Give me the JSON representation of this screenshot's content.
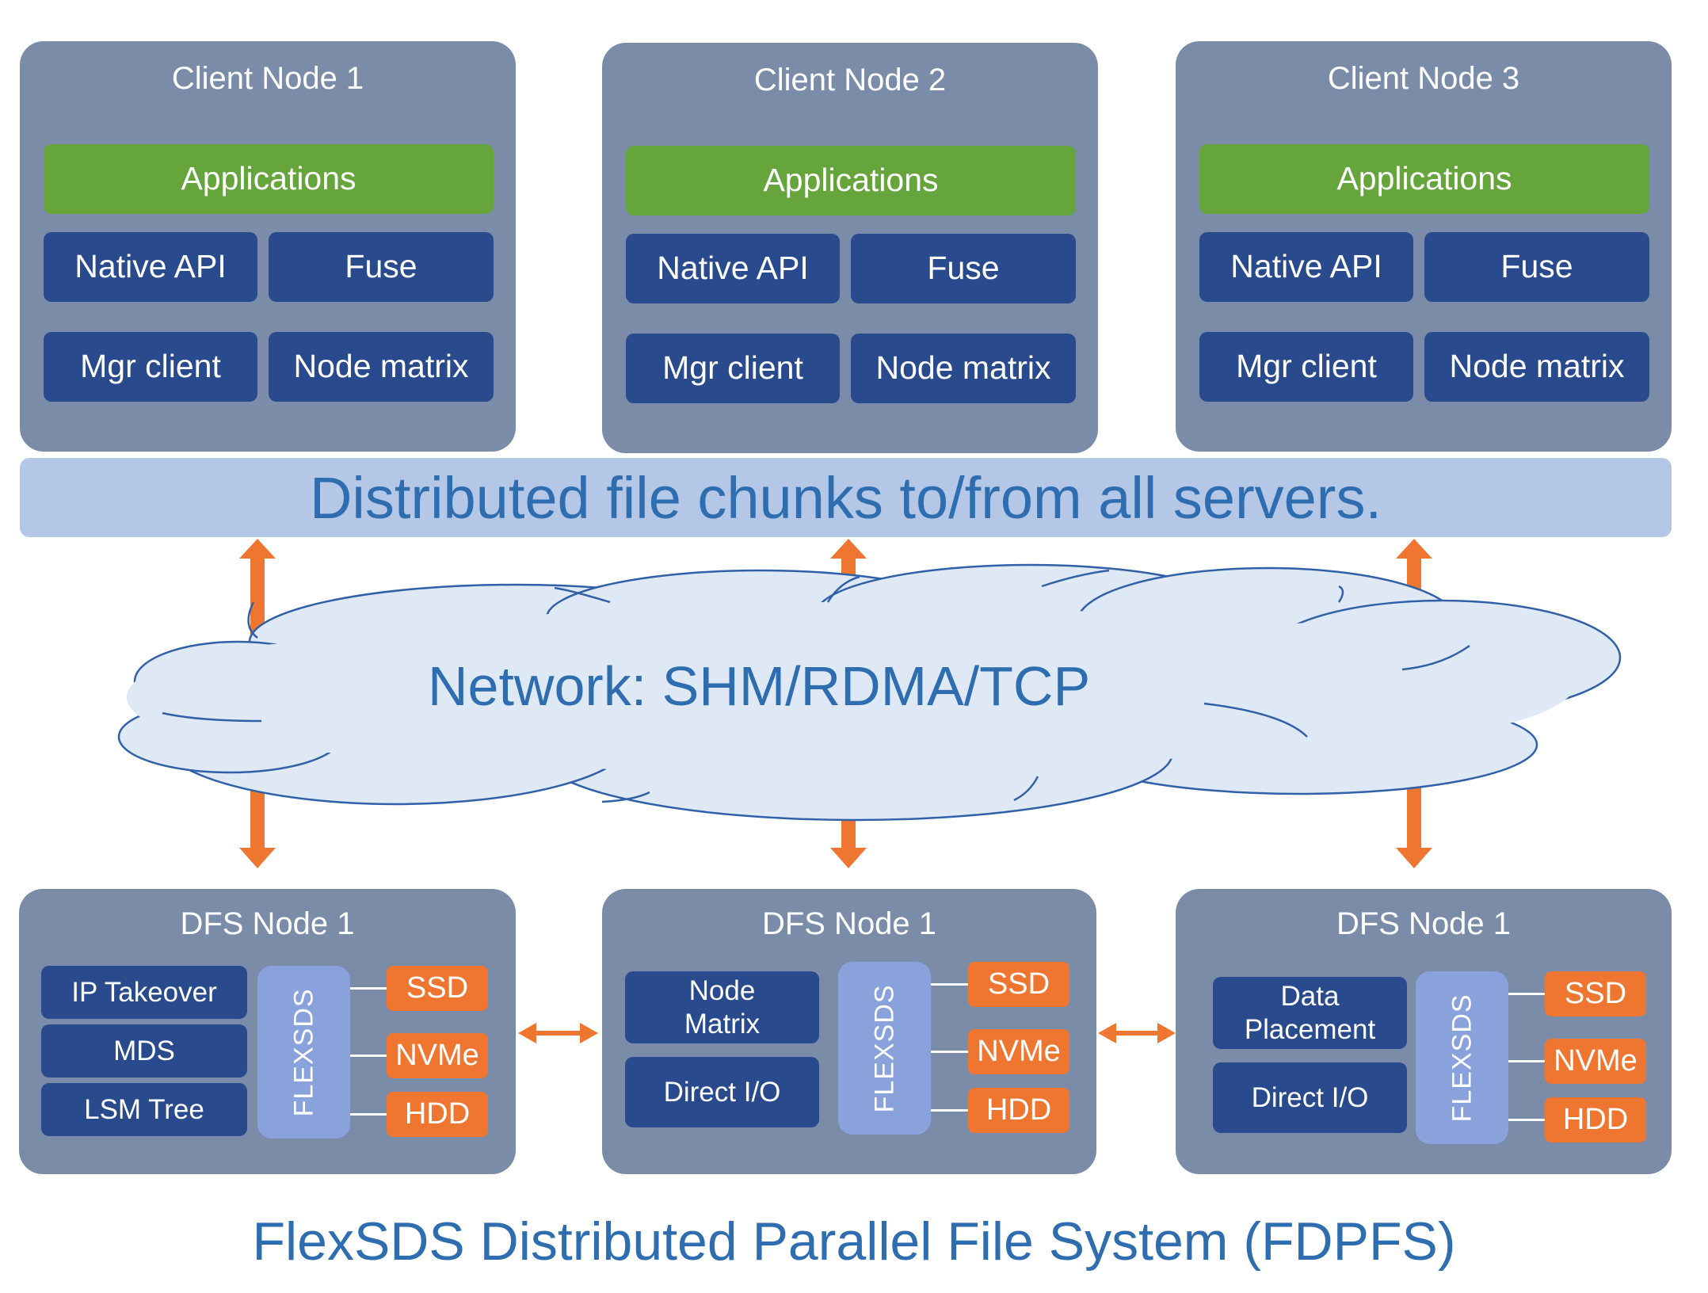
{
  "clients": [
    {
      "title": "Client Node 1",
      "apps": "Applications",
      "native": "Native API",
      "fuse": "Fuse",
      "mgr": "Mgr client",
      "matrix": "Node matrix"
    },
    {
      "title": "Client Node 2",
      "apps": "Applications",
      "native": "Native API",
      "fuse": "Fuse",
      "mgr": "Mgr client",
      "matrix": "Node matrix"
    },
    {
      "title": "Client Node 3",
      "apps": "Applications",
      "native": "Native API",
      "fuse": "Fuse",
      "mgr": "Mgr client",
      "matrix": "Node matrix"
    }
  ],
  "band_label": "Distributed file chunks to/from all servers.",
  "network_label": "Network: SHM/RDMA/TCP",
  "dfs": [
    {
      "title": "DFS Node 1",
      "modules": [
        "IP Takeover",
        "MDS",
        "LSM Tree"
      ],
      "flex": "FLEXSDS",
      "storage": [
        "SSD",
        "NVMe",
        "HDD"
      ]
    },
    {
      "title": "DFS Node 1",
      "modules": [
        "Node Matrix",
        "Direct I/O"
      ],
      "flex": "FLEXSDS",
      "storage": [
        "SSD",
        "NVMe",
        "HDD"
      ]
    },
    {
      "title": "DFS Node 1",
      "modules": [
        "Data Placement",
        "Direct I/O"
      ],
      "flex": "FLEXSDS",
      "storage": [
        "SSD",
        "NVMe",
        "HDD"
      ]
    }
  ],
  "footer_title": "FlexSDS Distributed Parallel File System (FDPFS)",
  "colors": {
    "panel": "#7a8ca8",
    "green": "#66a43c",
    "navy": "#294a8c",
    "orange": "#ef7630",
    "flexsds": "#8aa2dc",
    "band": "#b4c7e7",
    "text_blue": "#2e6db0"
  }
}
